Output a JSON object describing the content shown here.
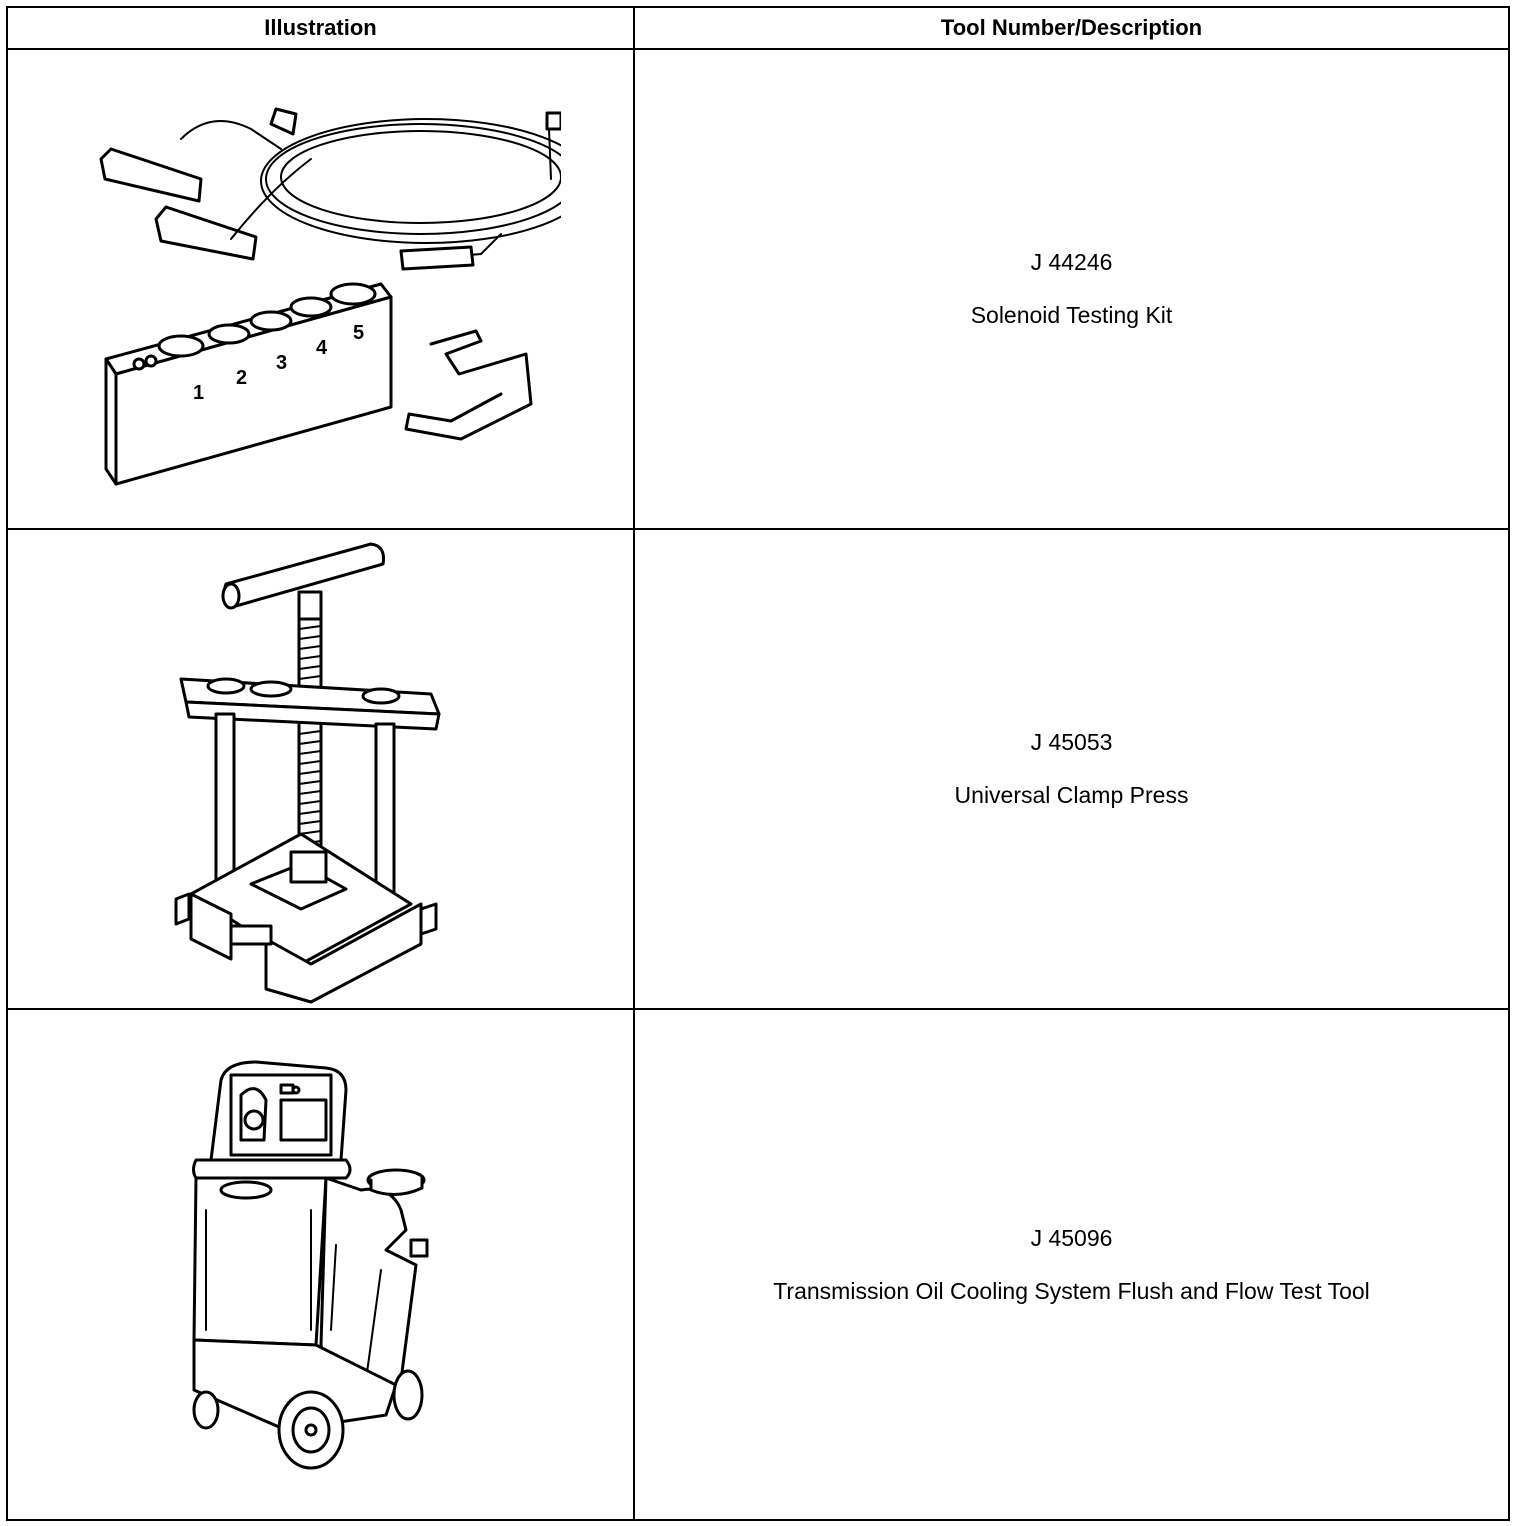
{
  "table": {
    "headers": [
      "Illustration",
      "Tool Number/Description"
    ],
    "rows": [
      {
        "tool_number": "J 44246",
        "description": "Solenoid Testing Kit",
        "illustration_labels": [
          "1",
          "2",
          "3",
          "4",
          "5"
        ]
      },
      {
        "tool_number": "J 45053",
        "description": "Universal Clamp Press"
      },
      {
        "tool_number": "J 45096",
        "description": "Transmission Oil Cooling System Flush and Flow Test Tool"
      }
    ]
  }
}
